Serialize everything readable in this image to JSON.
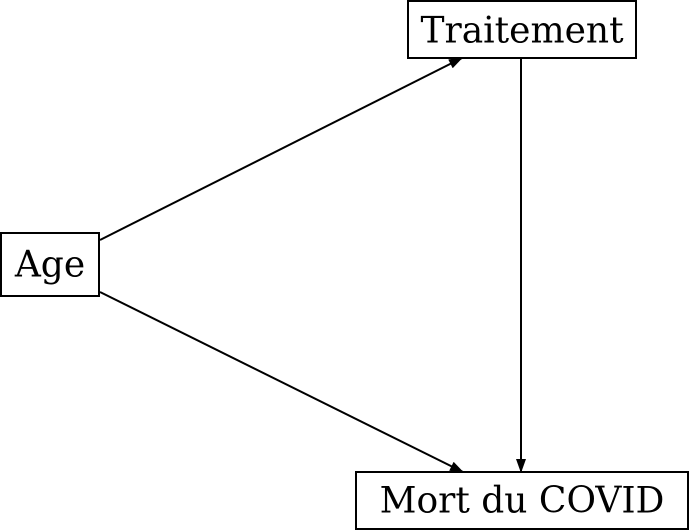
{
  "nodes": {
    "age": {
      "label": "Age"
    },
    "traitement": {
      "label": "Traitement"
    },
    "mort": {
      "label": "Mort du COVID"
    }
  },
  "edges": [
    {
      "from": "age",
      "to": "traitement"
    },
    {
      "from": "age",
      "to": "mort"
    },
    {
      "from": "traitement",
      "to": "mort"
    }
  ],
  "colors": {
    "stroke": "#000000",
    "background": "#ffffff"
  }
}
